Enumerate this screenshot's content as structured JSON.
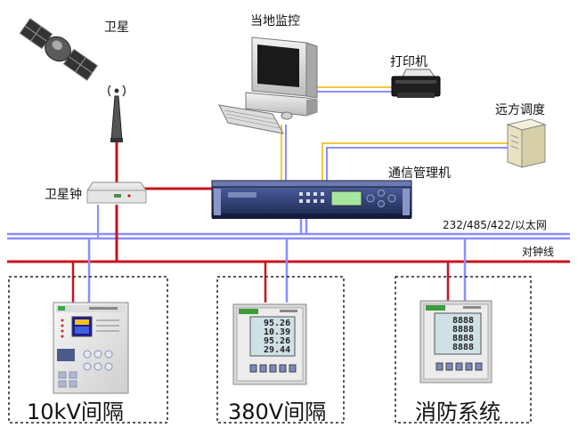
{
  "labels": {
    "satellite": "卫星",
    "local_monitor": "当地监控",
    "printer": "打印机",
    "remote_dispatch": "远方调度",
    "satellite_clock": "卫星钟",
    "comm_manager": "通信管理机",
    "bus_network": "232/485/422/以太网",
    "bus_clock": "对钟线",
    "bay_10kv": "10kV间隔",
    "bay_380v": "380V间隔",
    "fire_system": "消防系统"
  },
  "colors": {
    "network_line": "#8c8cff",
    "clock_line": "#c8141e",
    "signal_line": "#f0c83c",
    "device_body": "#2c3c78"
  },
  "meters": [
    {
      "display": [
        "95.26",
        "10.39",
        "95.26",
        "29.44"
      ]
    },
    {
      "display": [
        "8888",
        "8888",
        "8888",
        "8888"
      ]
    }
  ]
}
